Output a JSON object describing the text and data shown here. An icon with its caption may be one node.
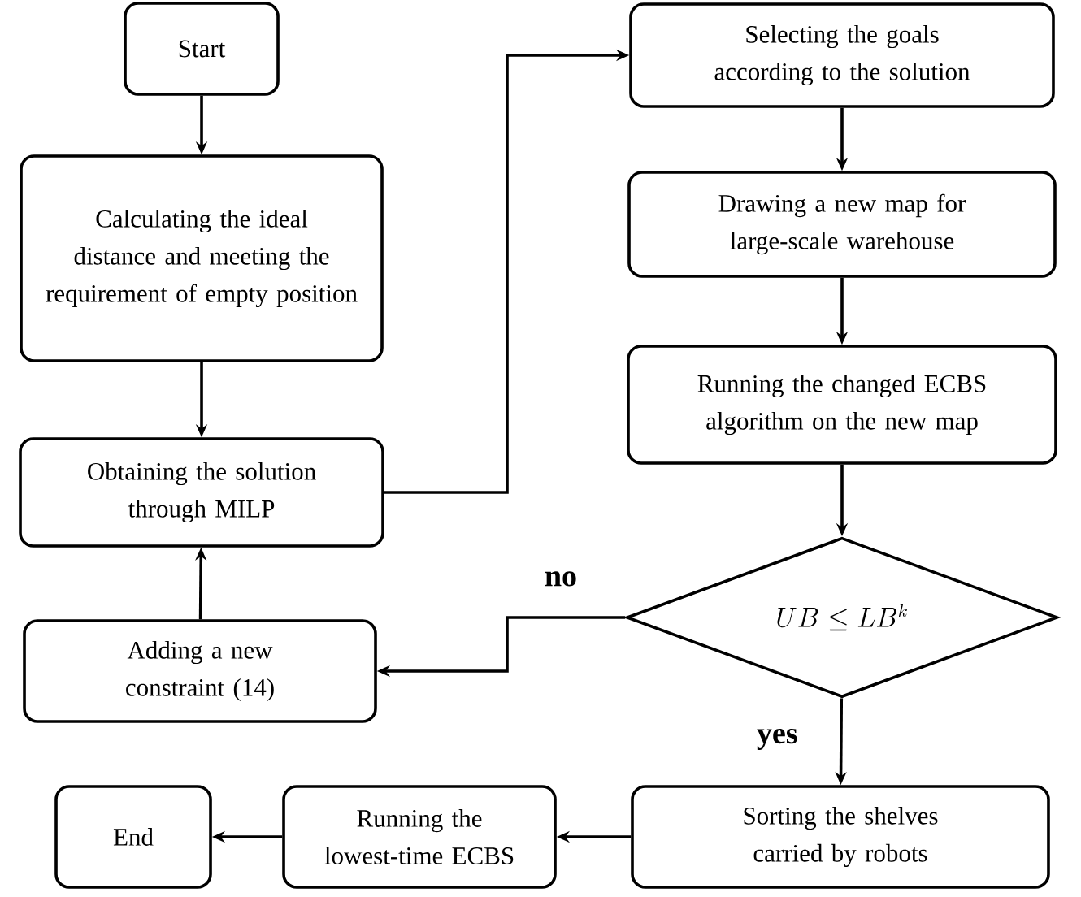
{
  "diagram": {
    "nodes": [
      {
        "text": [
          "Start"
        ]
      },
      {
        "text": [
          "Calculating the ideal distance and meeting the requirement of empty position"
        ]
      },
      {
        "text": [
          "Obtaining the solution through MILP"
        ]
      },
      {
        "text": [
          "Selecting the goals according to the solution"
        ]
      },
      {
        "text": [
          "Drawing a new map for large-scale warehouse"
        ]
      },
      {
        "text": [
          "Running the changed ECBS algorithm on the new map"
        ]
      },
      {
        "text": [
          "UB \\leq LB^{k}"
        ]
      },
      {
        "text": [
          "Adding  a new constraint  (14)"
        ]
      },
      {
        "text": [
          "Sorting the shelves carried by robots"
        ]
      },
      {
        "text": [
          "Running the lowest-time ECBS"
        ]
      },
      {
        "text": [
          "End"
        ]
      }
    ],
    "edges": [
      {
        "from": 0,
        "to": 1,
        "arrow": "to"
      },
      {
        "from": 1,
        "to": 2,
        "arrow": "to"
      },
      {
        "from": 2,
        "to": 3,
        "arrow": "to"
      },
      {
        "from": 3,
        "to": 4,
        "arrow": "to"
      },
      {
        "from": 4,
        "to": 5,
        "arrow": "to"
      },
      {
        "from": 5,
        "to": 6,
        "arrow": "to"
      },
      {
        "from": 6,
        "to": 7,
        "arrow": "to",
        "label": "no"
      },
      {
        "from": 7,
        "to": 2,
        "arrow": "to"
      },
      {
        "from": 6,
        "to": 8,
        "arrow": "to",
        "label": "yes"
      },
      {
        "from": 8,
        "to": 9,
        "arrow": "to"
      },
      {
        "from": 9,
        "to": 10,
        "arrow": "to"
      }
    ]
  }
}
